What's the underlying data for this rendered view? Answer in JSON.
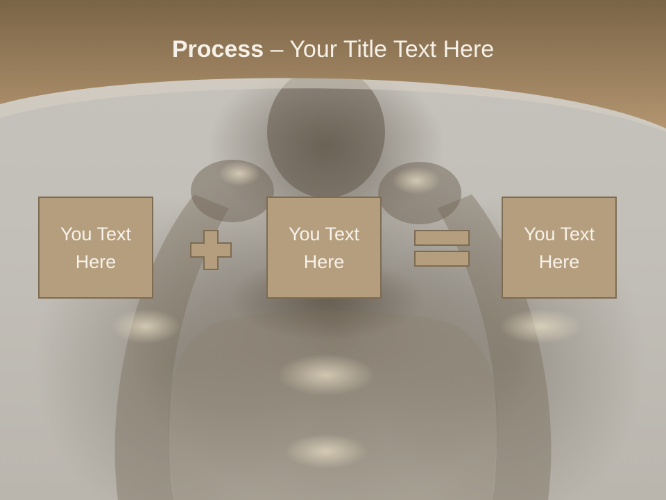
{
  "slide": {
    "title_bold": "Process",
    "title_separator": "–",
    "title_rest": "Your Title Text Here"
  },
  "process": {
    "boxes": [
      {
        "label": "You Text Here"
      },
      {
        "label": "You Text Here"
      },
      {
        "label": "You Text Here"
      }
    ],
    "operators": [
      "plus-icon",
      "equals-icon"
    ]
  },
  "colors": {
    "header_top": "#7a6446",
    "header_bottom": "#b39570",
    "box_fill": "#b49e7d",
    "box_border": "#7d6c52",
    "text_light": "#f6f1e8"
  }
}
